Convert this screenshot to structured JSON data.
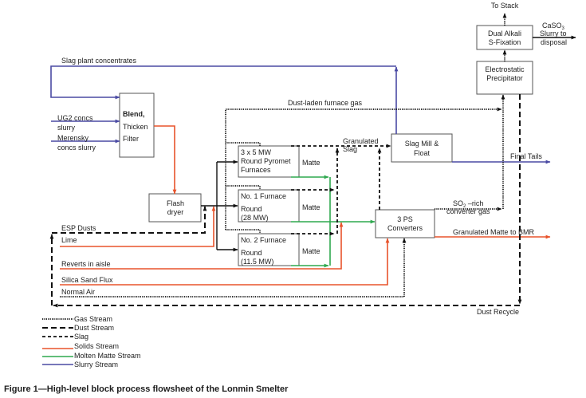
{
  "figure": {
    "caption": "Figure 1—High-level block process flowsheet of the Lonmin Smelter"
  },
  "colors": {
    "line": "#111111",
    "solids": "#e8532b",
    "molten_matte": "#2fa84f",
    "slurry": "#4a4aa3"
  },
  "units": {
    "blend": [
      "Blend,",
      "Thicken",
      "Filter"
    ],
    "flash_dryer": [
      "Flash",
      "dryer"
    ],
    "furnace_pyromet": [
      "3 x 5 MW",
      "Round Pyromet",
      "Furnaces"
    ],
    "furnace_no1": [
      "No. 1 Furnace",
      "Round",
      "(28 MW)"
    ],
    "furnace_no2": [
      "No. 2 Furnace",
      "Round",
      "(11.5 MW)"
    ],
    "matte_label": "Matte",
    "slag_mill": [
      "Slag Mill &",
      "Float"
    ],
    "converters": [
      "3 PS",
      "Converters"
    ],
    "esp": [
      "Electrostatic",
      "Precipitator"
    ],
    "dual_alkali": [
      "Dual Alkali",
      "S-Fixation"
    ]
  },
  "streams": {
    "slag_plant_concentrates": "Slag plant concentrates",
    "ug2": [
      "UG2 concs",
      "slurry"
    ],
    "merensky": [
      "Merensky",
      "concs slurry"
    ],
    "dust_laden_gas": "Dust-laden furnace gas",
    "granulated_slag": [
      "Granulated",
      "Slag"
    ],
    "final_tails": "Final Tails",
    "so2_rich": {
      "prefix": "SO",
      "sub": "2",
      "suffix": " –rich",
      "line2": "converter gas"
    },
    "granulated_matte": "Granulated Matte to BMR",
    "to_stack": "To Stack",
    "caso3": {
      "prefix": "CaSO",
      "sub": "3",
      "line2": "Slurry to",
      "line3": "disposal"
    },
    "esp_dusts": "ESP Dusts",
    "lime": "Lime",
    "reverts": "Reverts in aisle",
    "silica_sand_flux": "Silica Sand Flux",
    "normal_air": "Normal Air",
    "dust_recycle": "Dust Recycle"
  },
  "legend": [
    {
      "label": "Gas Stream",
      "style": "dotted"
    },
    {
      "label": "Dust Stream",
      "style": "long-dash"
    },
    {
      "label": "Slag",
      "style": "short-dash"
    },
    {
      "label": "Solids Stream",
      "style": "solid-orange"
    },
    {
      "label": "Molten Matte Stream",
      "style": "solid-green"
    },
    {
      "label": "Slurry Stream",
      "style": "solid-blue"
    }
  ]
}
